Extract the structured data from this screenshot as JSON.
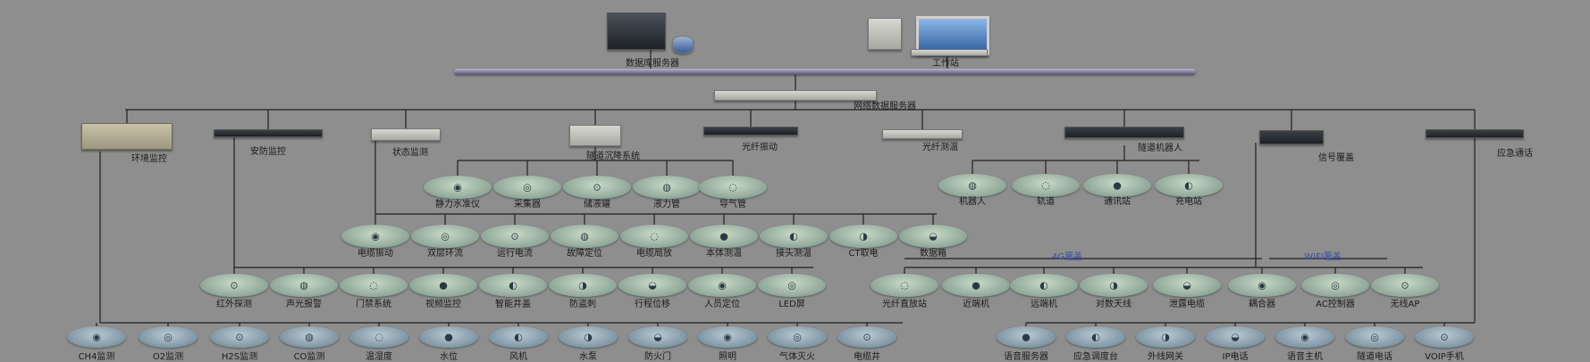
{
  "top": {
    "server_label": "数据库服务器",
    "workstation_label": "工作站",
    "network_label": "网络数据服务器"
  },
  "systems": [
    {
      "label": "环境监控",
      "icon": "environment-box-icon"
    },
    {
      "label": "安防监控",
      "icon": "switch-icon"
    },
    {
      "label": "状态监测",
      "icon": "rack-unit-icon"
    },
    {
      "label": "隧道沉降系统",
      "icon": "panel-icon"
    },
    {
      "label": "光纤振动",
      "icon": "fiber-unit-icon"
    },
    {
      "label": "光纤测温",
      "icon": "rack-unit-icon"
    },
    {
      "label": "隧道机器人",
      "icon": "rack-unit-icon"
    },
    {
      "label": "信号覆盖",
      "icon": "router-icon"
    },
    {
      "label": "应急通话",
      "icon": "switch-icon"
    }
  ],
  "settlement_items": [
    "静力水准仪",
    "采集器",
    "储液罐",
    "液力管",
    "导气管"
  ],
  "robot_items": [
    "机器人",
    "轨道",
    "通讯站",
    "充电站"
  ],
  "status_items": [
    "电缆振动",
    "双层环流",
    "运行电流",
    "故障定位",
    "电缆局放",
    "本体测温",
    "接头测温",
    "CT取电",
    "数据箱"
  ],
  "security_items": [
    "红外探测",
    "声光报警",
    "门禁系统",
    "视频监控",
    "智能井盖",
    "防盗刺",
    "行程位移",
    "人员定位",
    "LED屏"
  ],
  "coverage": {
    "group_4g": "4G覆盖",
    "group_wifi": "WIFI覆盖",
    "items": [
      "光纤直放站",
      "近端机",
      "远端机",
      "对数天线",
      "泄露电缆",
      "耦合器",
      "AC控制器",
      "无线AP"
    ]
  },
  "environment_items": [
    "CH4监测",
    "O2监测",
    "H2S监测",
    "CO监测",
    "温湿度",
    "水位",
    "风机",
    "水泵",
    "防火门",
    "照明",
    "气体灭火",
    "电缆井"
  ],
  "emergency_items": [
    "语音服务器",
    "应急调度台",
    "外线网关",
    "IP电话",
    "语音主机",
    "隧道电话",
    "VOIP手机"
  ],
  "colors": {
    "background": "#8e8e8e",
    "line": "#1f1f1f",
    "trunk": "#6a5a8a",
    "oval": "#9fb5a8",
    "coverage_text": "#3b4ea0"
  }
}
